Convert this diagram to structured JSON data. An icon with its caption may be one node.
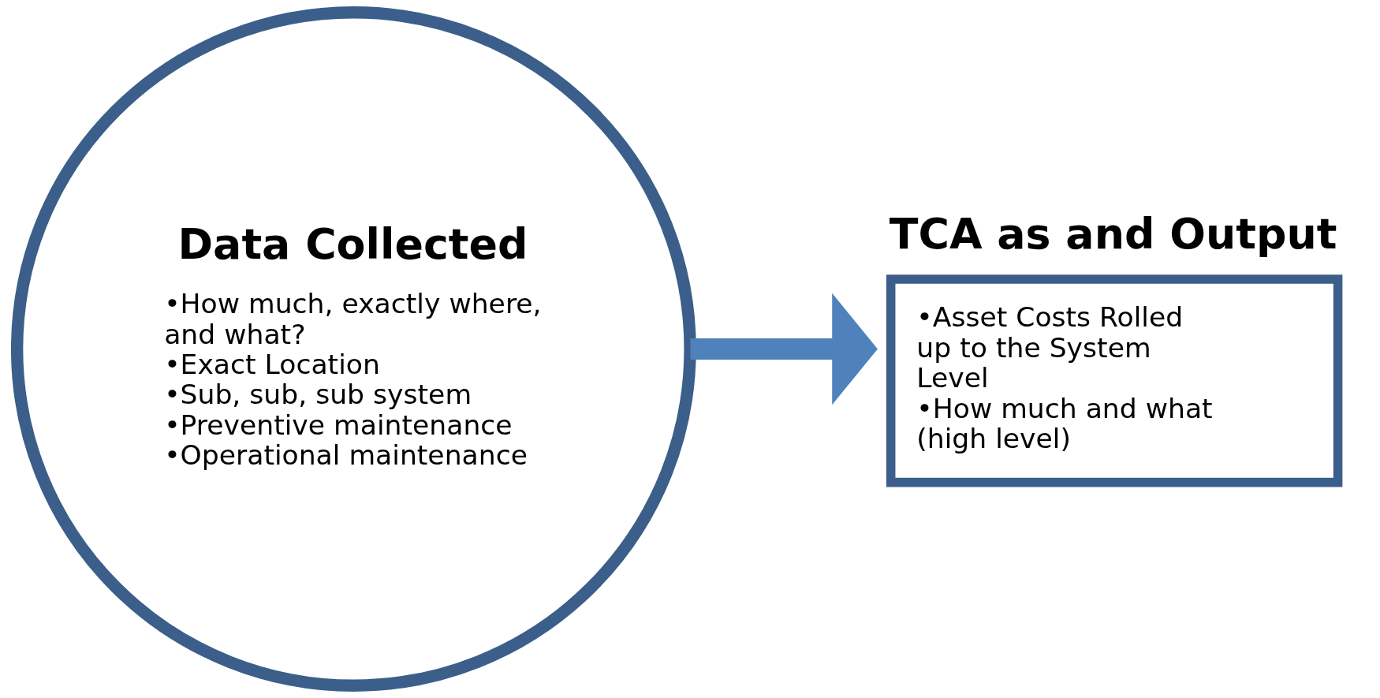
{
  "diagram": {
    "nodes": [
      {
        "text": [
          "Data Collected",
          "•How much, exactly where, and what?",
          "•Exact Location",
          "•Sub, sub, sub system",
          "•Preventive maintenance",
          "•Operational maintenance"
        ]
      },
      {
        "text": [
          "TCA as and Output",
          "•Asset Costs Rolled up to the System Level",
          "•How much and what (high level)"
        ]
      }
    ],
    "edges": [
      {
        "from": 0,
        "to": 1,
        "arrow": "to",
        "color": "#4f81bd"
      }
    ]
  }
}
